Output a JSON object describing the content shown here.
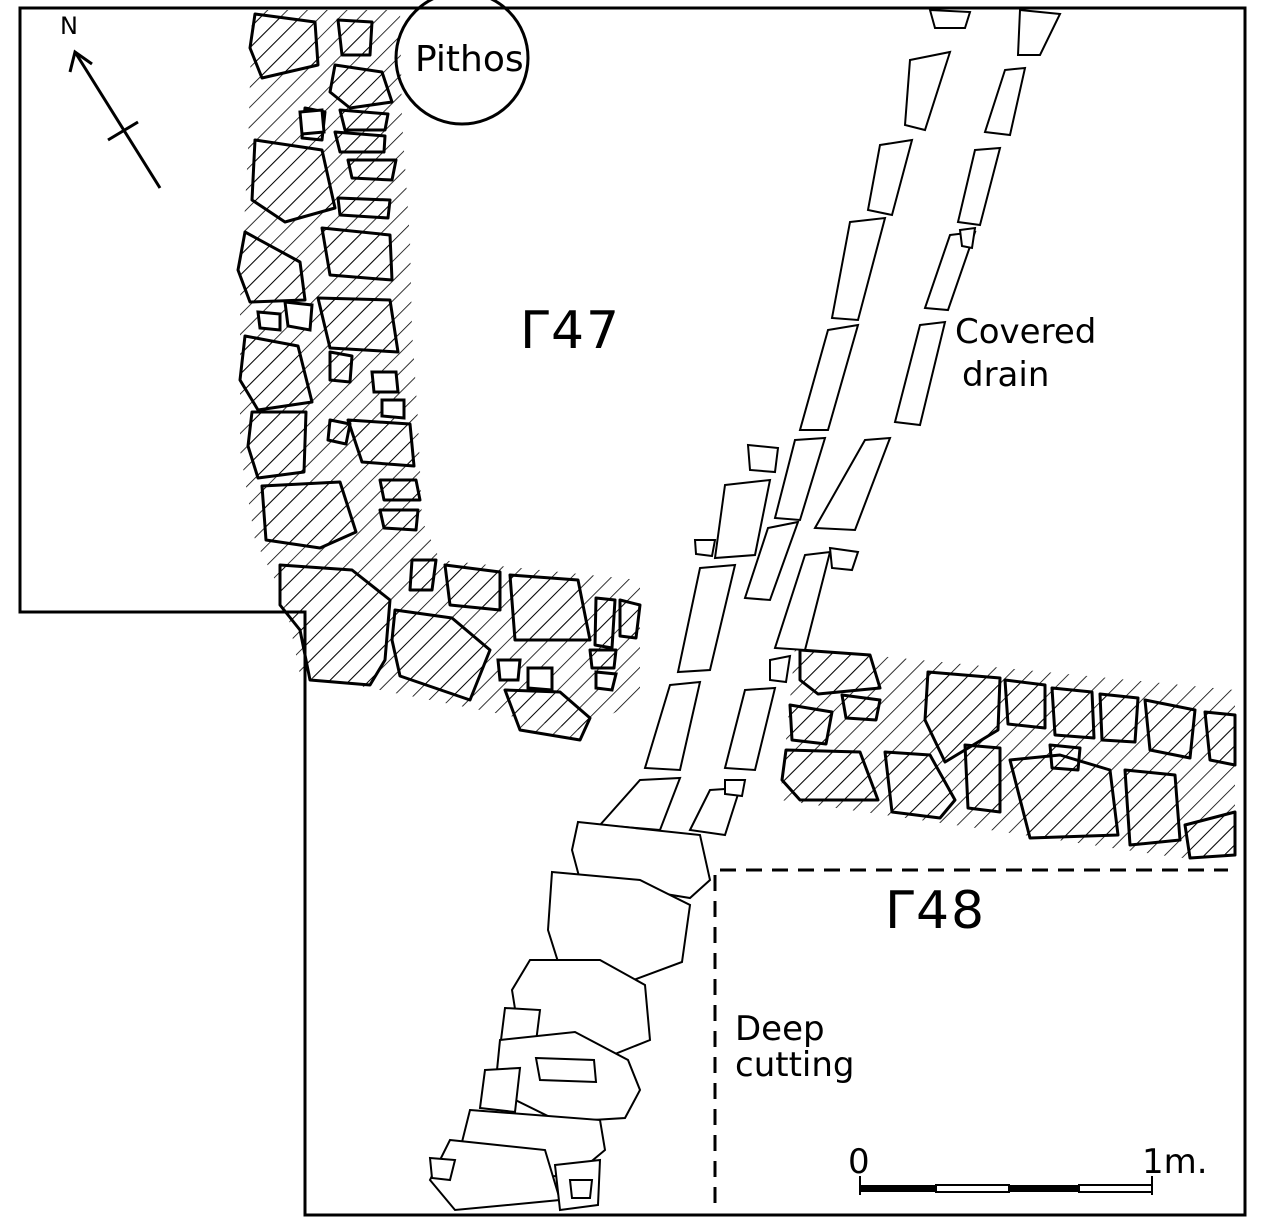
{
  "labels": {
    "north": "N",
    "pithos": "Pithos",
    "room_47": "Γ47",
    "room_48": "Γ48",
    "drain_line1": "Covered",
    "drain_line2": "drain",
    "cutting_line1": "Deep",
    "cutting_line2": "cutting"
  },
  "scale_bar": {
    "start_label": "0",
    "end_label": "1m."
  },
  "colors": {
    "ink": "#000000",
    "paper": "#ffffff"
  }
}
